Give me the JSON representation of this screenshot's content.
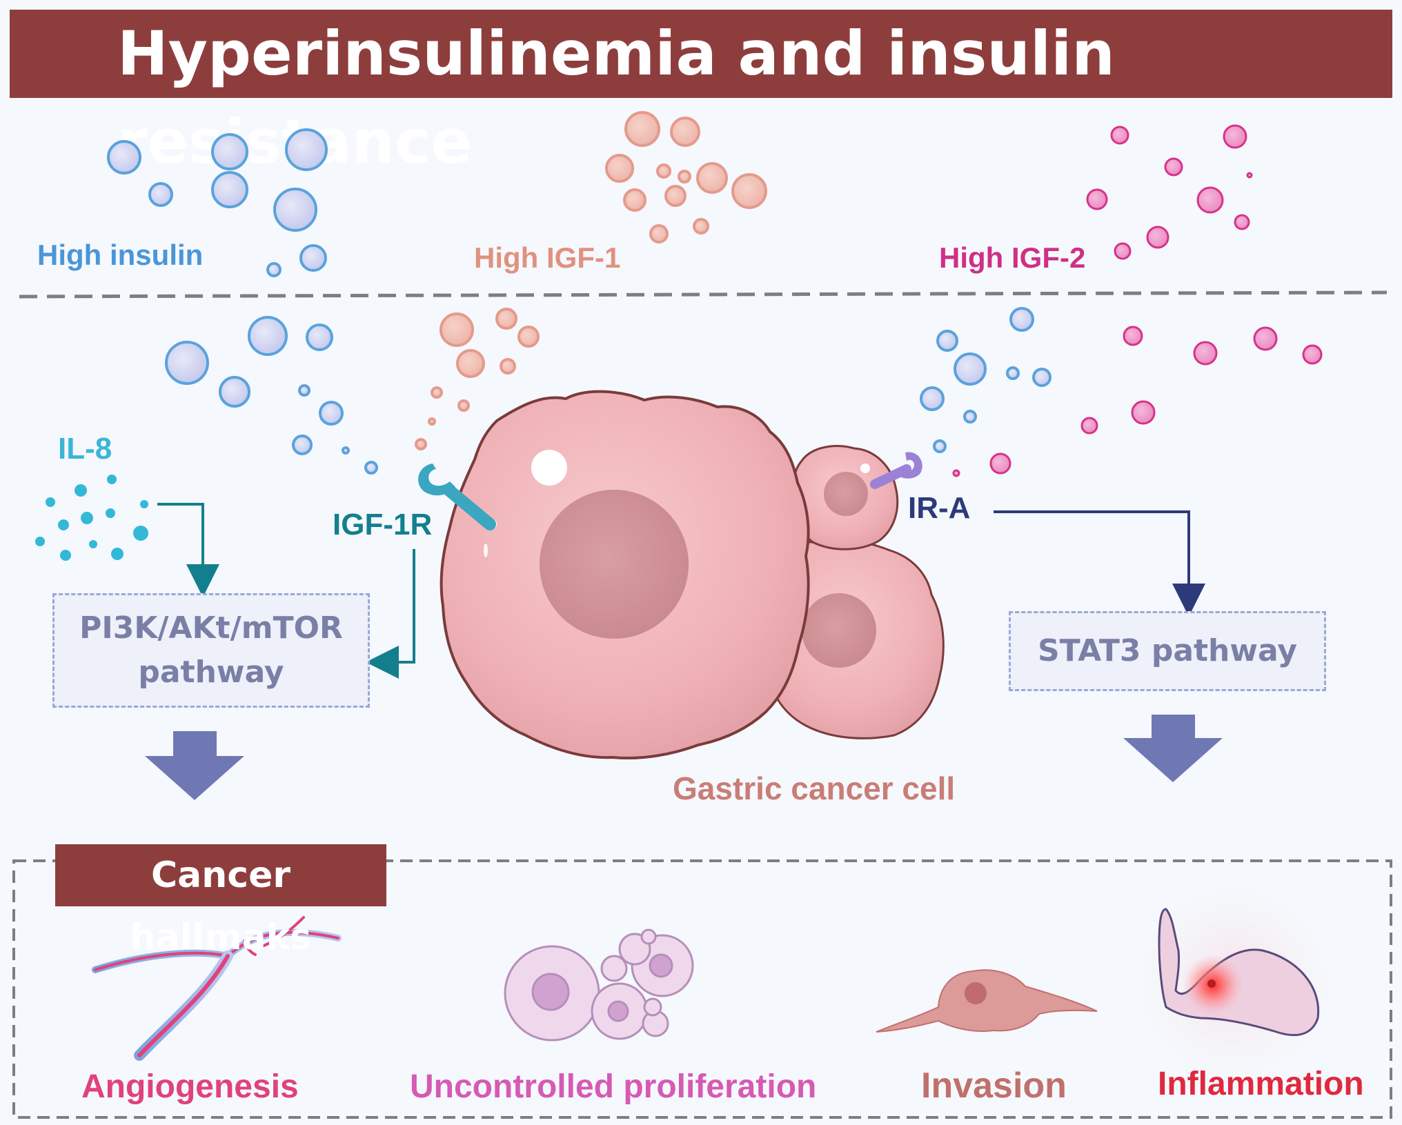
{
  "title": "Hyperinsulinemia and insulin resistance",
  "top_labels": {
    "high_insulin": "High insulin",
    "high_igf1": "High IGF-1",
    "high_igf2": "High IGF-2"
  },
  "il8": "IL-8",
  "igf1r": "IGF-1R",
  "ira": "IR-A",
  "pi3k_line1": "PI3K/AKt/mTOR",
  "pi3k_line2": "pathway",
  "stat3": "STAT3 pathway",
  "cell_label": "Gastric cancer cell",
  "hallmarks_title": "Cancer hallmaks",
  "hallmarks": {
    "angiogenesis": "Angiogenesis",
    "proliferation": "Uncontrolled proliferation",
    "invasion": "Invasion",
    "inflammation": "Inflammation"
  },
  "colors": {
    "banner": "#8e3d3d",
    "insulin": "#5aa2dc",
    "igf1": "#e49a8c",
    "igf2": "#d6338a",
    "teal": "#137f8e",
    "navy": "#2d3a7a",
    "arrow": "#7078b4",
    "cell": "#f1b5b9",
    "nucleus": "#d4969a",
    "angiogenesis": "#e0427a",
    "proliferation": "#d65ab4",
    "invasion": "#c0706c",
    "inflammation": "#e0283e"
  }
}
